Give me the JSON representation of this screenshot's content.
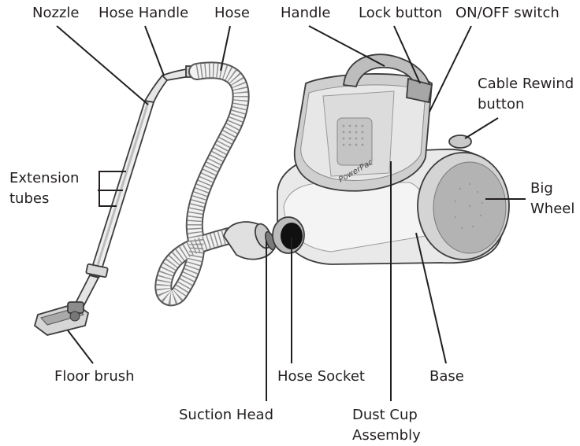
{
  "labels": {
    "nozzle": "Nozzle",
    "hose_handle": "Hose Handle",
    "hose": "Hose",
    "handle": "Handle",
    "lock_button": "Lock button",
    "on_off_switch": "ON/OFF switch",
    "cable_rewind": [
      "Cable Rewind",
      "button"
    ],
    "extension_tubes": [
      "Extension",
      "tubes"
    ],
    "big_wheel": [
      "Big",
      "Wheel"
    ],
    "floor_brush": "Floor brush",
    "hose_socket": "Hose Socket",
    "base": "Base",
    "suction_head": "Suction Head",
    "dust_cup": [
      "Dust Cup",
      "Assembly"
    ]
  },
  "brand_mark": "PowerPac",
  "colors": {
    "text": "#231f20",
    "body_gray": "#b3b3b3",
    "light_gray": "#e3e3e3",
    "cup_gray": "#cfcfcf"
  }
}
